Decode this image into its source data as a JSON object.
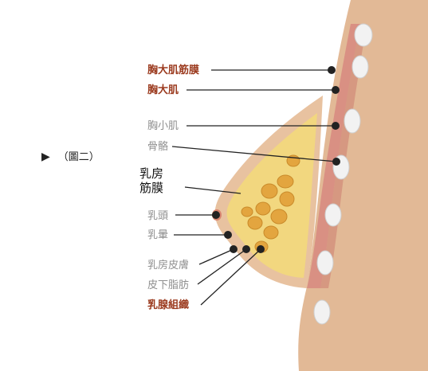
{
  "figure": {
    "tag_marker": "▶",
    "tag_label": "（圖二）"
  },
  "labels": {
    "pec_fascia": "胸大肌筋膜",
    "pec_major": "胸大肌",
    "pec_minor": "胸小肌",
    "bone": "骨骼",
    "breast_fascia_line1": "乳房",
    "breast_fascia_line2": "筋膜",
    "nipple": "乳頭",
    "areola": "乳暈",
    "skin": "乳房皮膚",
    "subcutaneous_fat": "皮下脂肪",
    "gland_tissue": "乳腺組織"
  },
  "colors": {
    "skin": "#e8c2a0",
    "outer_body": "#e2b996",
    "fat": "#f2d77f",
    "gland": "#e3a53f",
    "muscle": "#d99083",
    "muscle_dark": "#c9786b",
    "rib": "#f2f2f2",
    "accent_label": "#9b3a1e",
    "gray_label": "#8f8f8f"
  }
}
